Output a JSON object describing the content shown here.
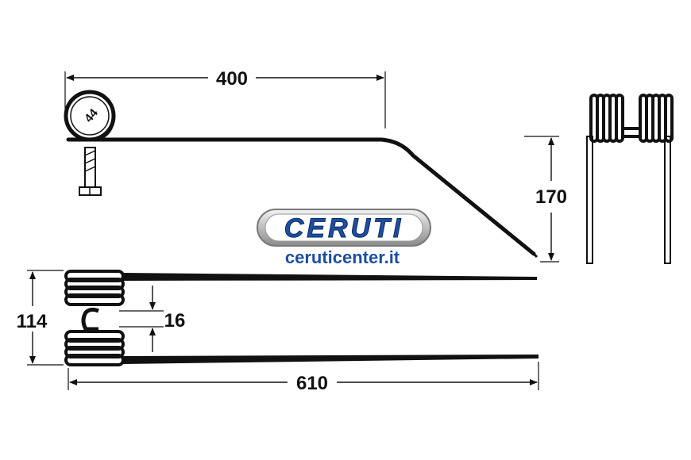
{
  "dimensions": {
    "top_length": "400",
    "height": "170",
    "eye_diameter": "44",
    "coil_width": "114",
    "coil_gap": "16",
    "tine_length": "610"
  },
  "logo": {
    "brand": "CERUTI",
    "website": "ceruticenter.it",
    "brand_color": "#1d4fa0",
    "site_color": "#1d4fa0"
  },
  "colors": {
    "line": "#111111",
    "background": "#ffffff"
  }
}
